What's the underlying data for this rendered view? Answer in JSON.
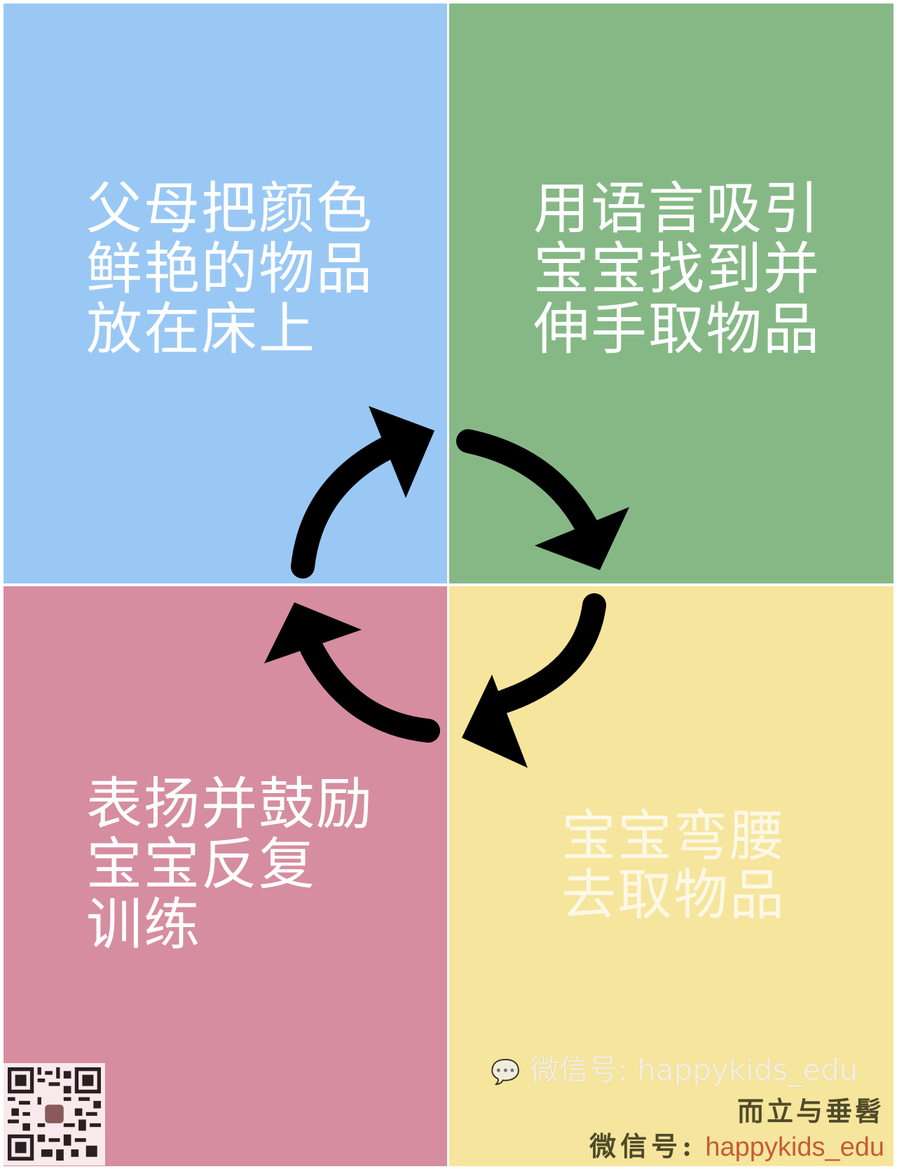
{
  "colors": {
    "blue": "#9ac8f5",
    "green": "#86b886",
    "pink": "#d68da0",
    "yellow": "#f6e59c",
    "arrow": "#000000"
  },
  "quadrants": {
    "top_left": {
      "lines": [
        "父母把颜色",
        "鲜艳的物品",
        "放在床上"
      ]
    },
    "top_right": {
      "lines": [
        "用语言吸引",
        "宝宝找到并",
        "伸手取物品"
      ]
    },
    "bottom_left": {
      "lines": [
        "表扬并鼓励",
        "宝宝反复",
        "训练"
      ]
    },
    "bottom_right": {
      "lines": [
        "宝宝弯腰",
        "去取物品"
      ]
    }
  },
  "watermark": {
    "faint": "微信号: happykids_edu",
    "icon": "wechat-icon",
    "name": "而立与垂髫",
    "label": "微信号:",
    "id": "happykids_edu"
  },
  "qr_icon": "qr-code-icon"
}
